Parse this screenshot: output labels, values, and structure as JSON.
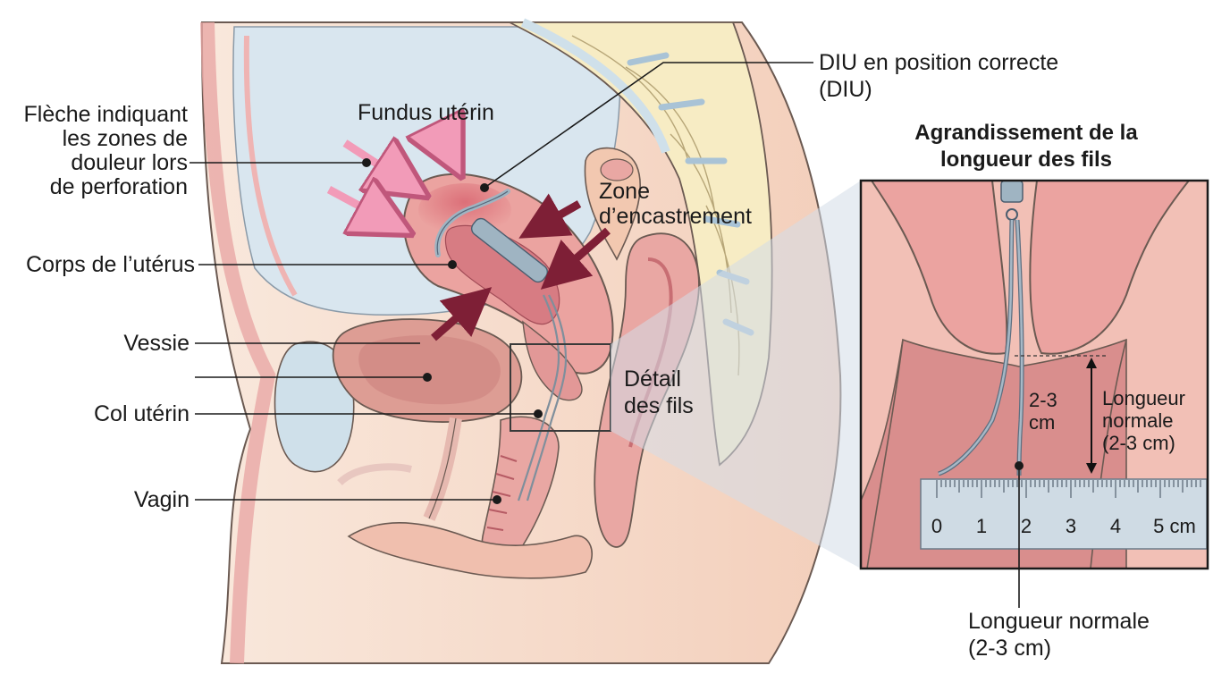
{
  "labels": {
    "pain_arrows": [
      "Flèche indiquant",
      "les zones de",
      "douleur lors",
      "de perforation"
    ],
    "fundus": "Fundus utérin",
    "iud": [
      "DIU en position correcte",
      "(DIU)"
    ],
    "corps": "Corps de l’utérus",
    "vessie": "Vessie",
    "col": "Col utérin",
    "vagin": "Vagin",
    "zone": [
      "Zone",
      "d’encastrement"
    ],
    "detail": [
      "Détail",
      "des fils"
    ]
  },
  "inset": {
    "title": [
      "Agrandissement de la",
      "longueur des fils"
    ],
    "string_label": [
      "2-3",
      "cm"
    ],
    "side_label": [
      "Longueur",
      "normale",
      "(2-3 cm)"
    ],
    "ruler_ticks": [
      "0",
      "1",
      "2",
      "3",
      "4",
      "5 cm"
    ],
    "bottom_label": [
      "Longueur normale",
      "(2-3 cm)"
    ]
  },
  "colors": {
    "skin": "#f7dcc8",
    "bone": "#f7ecc4",
    "uterus": "#eba3a0",
    "bladder": "#dd9d94",
    "fluid": "#d9e6ef",
    "pain_arrow": "#f29bb8",
    "embed_arrow": "#7e1f36",
    "iud": "#9fb4c2",
    "ruler": "#cfdbe4"
  }
}
